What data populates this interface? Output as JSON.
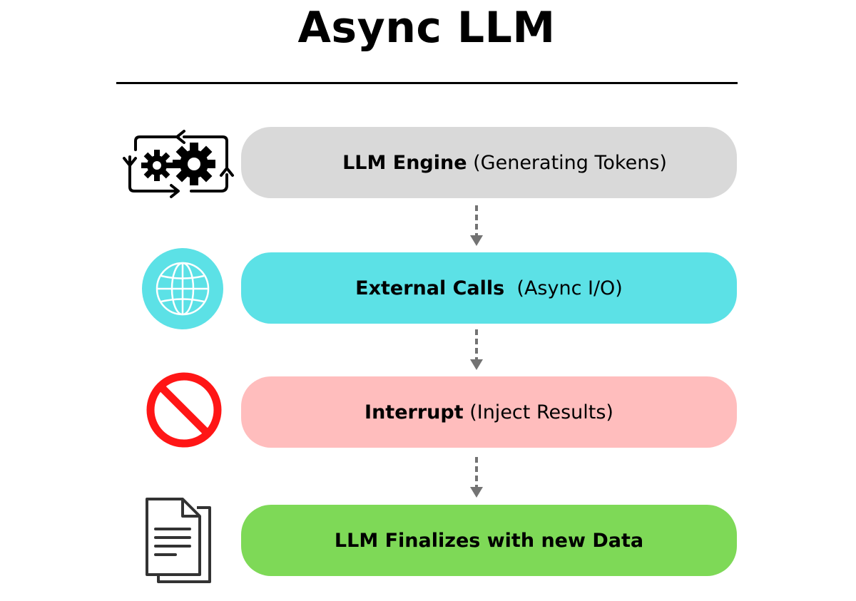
{
  "title": "Async LLM",
  "steps": [
    {
      "bold": "LLM Engine",
      "normal": "(Generating Tokens)",
      "color": "#d9d9d9",
      "icon": "gears-cycle-icon"
    },
    {
      "bold": "External Calls",
      "normal": " (Async I/O)",
      "color": "#5ce1e6",
      "icon": "globe-icon"
    },
    {
      "bold": "Interrupt",
      "normal": "(Inject Results)",
      "color": "#ffbdbd",
      "icon": "prohibited-icon"
    },
    {
      "bold": "LLM Finalizes with new Data",
      "normal": "",
      "color": "#7ed957",
      "icon": "documents-icon"
    }
  ],
  "colors": {
    "arrow": "#737373",
    "globe": "#5ce1e6",
    "prohibited": "#ff1616"
  }
}
